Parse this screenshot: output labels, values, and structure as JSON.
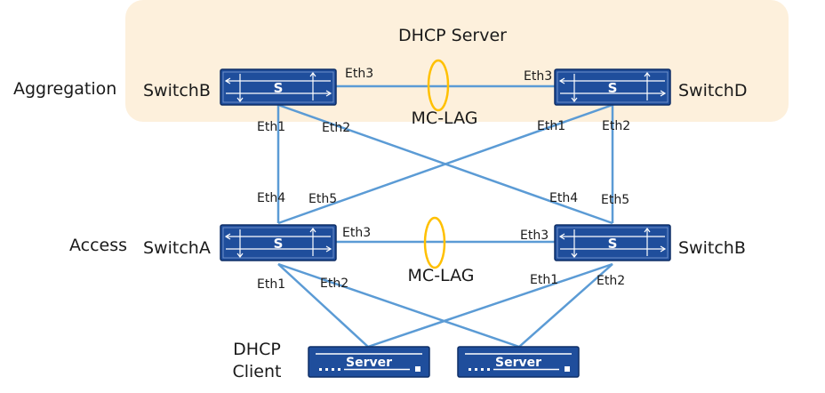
{
  "server_region": {
    "title": "DHCP Server",
    "fill": "#fdf0dc"
  },
  "layers": {
    "aggregation": "Aggregation",
    "access": "Access"
  },
  "client_label": [
    "DHCP",
    "Client"
  ],
  "colors": {
    "link": "#5b9bd5",
    "mclag_ring": "#ffc000",
    "device_fill": "#1f4e9c"
  },
  "switches": {
    "agg_left": {
      "name": "SwitchB",
      "symbol": "S"
    },
    "agg_right": {
      "name": "SwitchD",
      "symbol": "S"
    },
    "acc_left": {
      "name": "SwitchA",
      "symbol": "S"
    },
    "acc_right": {
      "name": "SwitchB",
      "symbol": "S"
    }
  },
  "servers": [
    {
      "label": "Server"
    },
    {
      "label": "Server"
    }
  ],
  "mclag": {
    "top": "MC-LAG",
    "bottom": "MC-LAG"
  },
  "ports": {
    "agg_left_eth3": "Eth3",
    "agg_right_eth3": "Eth3",
    "agg_left_eth1": "Eth1",
    "agg_left_eth2": "Eth2",
    "agg_right_eth1": "Eth1",
    "agg_right_eth2": "Eth2",
    "acc_left_eth4": "Eth4",
    "acc_left_eth5": "Eth5",
    "acc_right_eth4": "Eth4",
    "acc_right_eth5": "Eth5",
    "acc_left_eth3": "Eth3",
    "acc_right_eth3": "Eth3",
    "acc_left_eth1": "Eth1",
    "acc_left_eth2": "Eth2",
    "acc_right_eth1": "Eth1",
    "acc_right_eth2": "Eth2"
  }
}
